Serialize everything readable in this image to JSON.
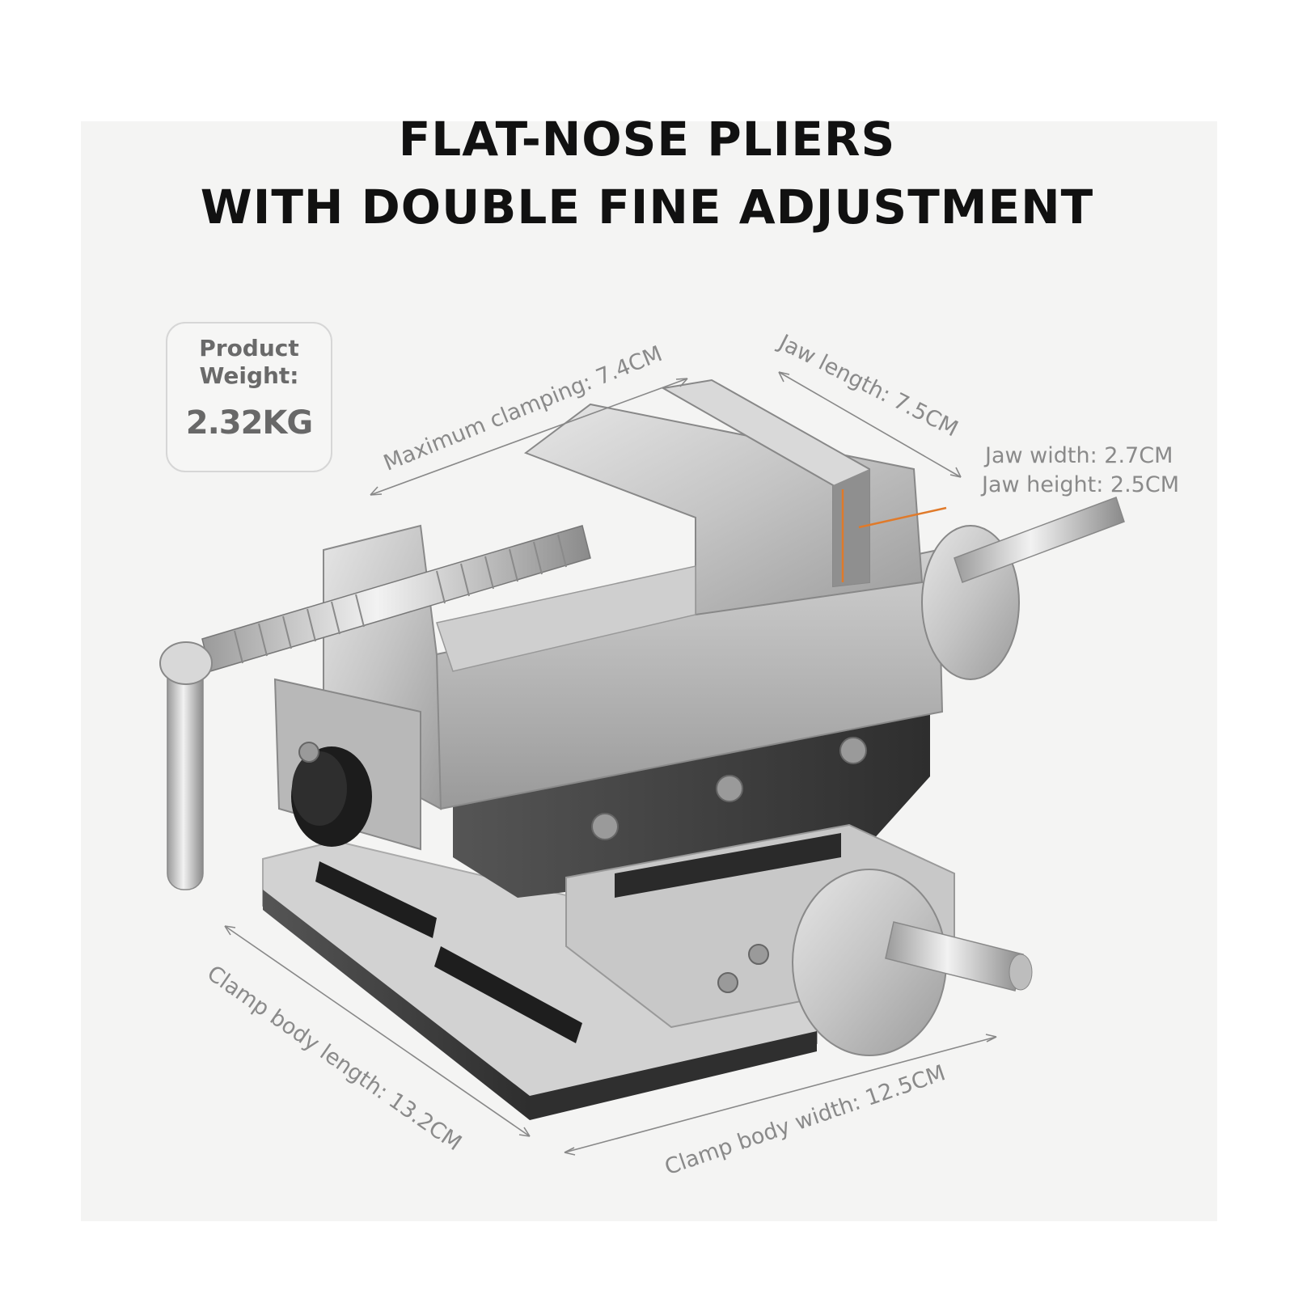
{
  "title": {
    "line1": "FLAT-NOSE PLIERS",
    "line2": "WITH DOUBLE FINE ADJUSTMENT"
  },
  "weight_card": {
    "label_line1": "Product",
    "label_line2": "Weight:",
    "value": "2.32KG"
  },
  "dimensions": {
    "max_clamping": "Maximum clamping: 7.4CM",
    "jaw_length": "Jaw length: 7.5CM",
    "jaw_width": "Jaw width: 2.7CM",
    "jaw_height": "Jaw height: 2.5CM",
    "body_length": "Clamp body length: 13.2CM",
    "body_width": "Clamp body width: 12.5CM"
  },
  "colors": {
    "background": "#f4f4f3",
    "title_text": "#111111",
    "dimension_text": "#8a8a8a",
    "accent_arrow": "#e07a2a",
    "metal": "#c9c9c9",
    "base_dark": "#3b3b3b"
  }
}
